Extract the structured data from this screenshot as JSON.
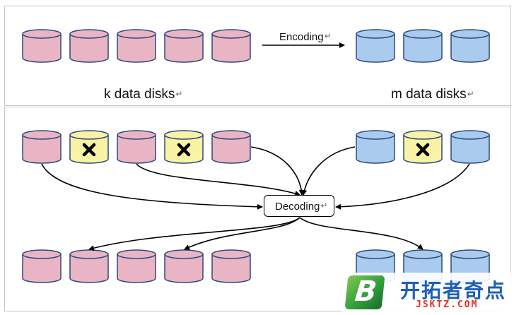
{
  "labels": {
    "encoding": "Encoding",
    "k_data_disks": "k data disks",
    "m_data_disks": "m data disks",
    "decoding": "Decoding",
    "return_mark": "↵"
  },
  "colors": {
    "data_disk_fill": "#e9b5c4",
    "parity_disk_fill": "#a9cbee",
    "failed_disk_fill": "#f9f3a6",
    "disk_stroke": "#2f4a7a",
    "line": "#000000",
    "panel_border": "#c8c8c8"
  },
  "diagram": {
    "encode_row": {
      "data_disks": [
        "data",
        "data",
        "data",
        "data",
        "data"
      ],
      "parity_disks": [
        "parity",
        "parity",
        "parity"
      ]
    },
    "failure_row": {
      "data_disks": [
        "ok",
        "failed",
        "ok",
        "failed",
        "ok"
      ],
      "parity_disks": [
        "ok",
        "failed",
        "ok"
      ]
    },
    "recovered_row": {
      "data_disks": [
        "data",
        "data",
        "data",
        "data",
        "data"
      ],
      "parity_disks": [
        "parity",
        "parity",
        "parity"
      ]
    },
    "failed_icon": "cross-icon"
  },
  "watermark": {
    "logo_letter": "B",
    "name": "开拓者奇点",
    "domain": "JSKTZ.COM"
  }
}
